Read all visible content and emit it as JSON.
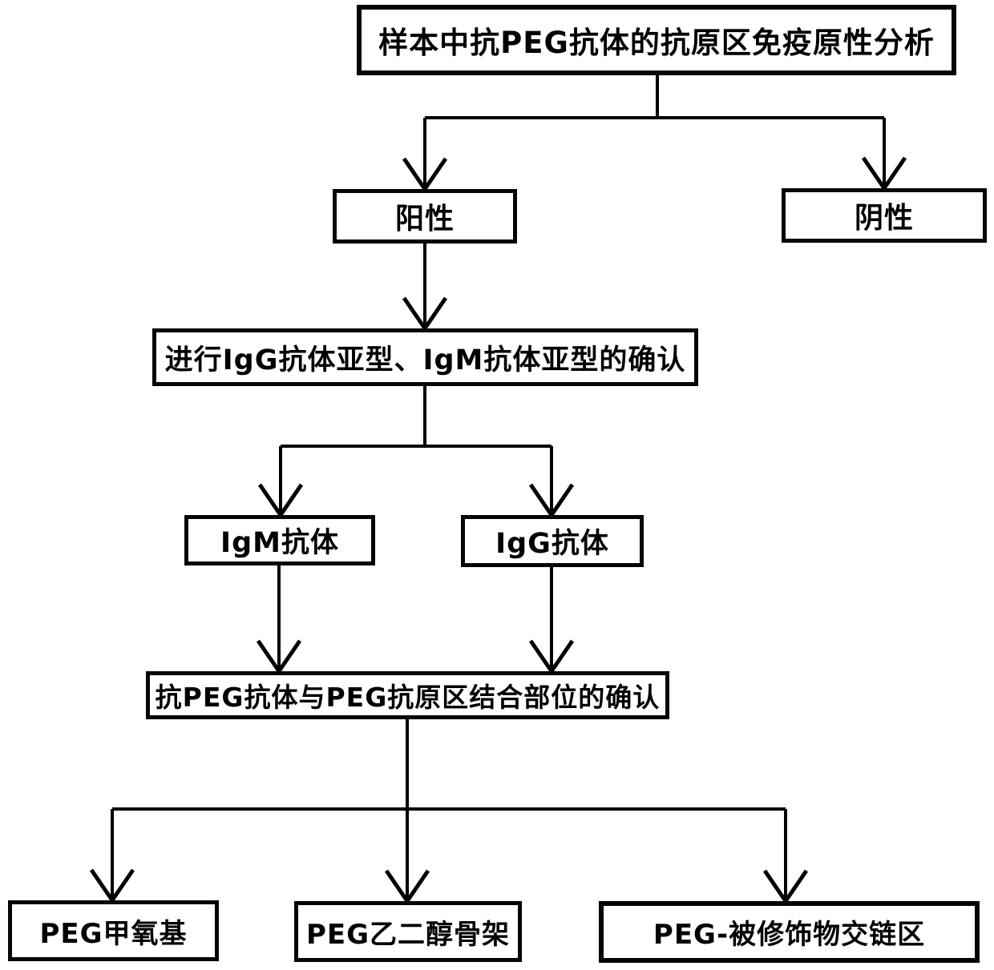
{
  "diagram": {
    "type": "flowchart",
    "accent_color": "#000000",
    "background_color": "#ffffff",
    "nodes": {
      "root": "样本中抗PEG抗体的抗原区免疫原性分析",
      "positive": "阳性",
      "negative": "阴性",
      "subtype": "进行IgG抗体亚型、IgM抗体亚型的确认",
      "igm": "IgM抗体",
      "igg": "IgG抗体",
      "binding": "抗PEG抗体与PEG抗原区结合部位的确认",
      "methoxy": "PEG甲氧基",
      "backbone": "PEG乙二醇骨架",
      "crosslink": "PEG-被修饰物交链区"
    },
    "edges": [
      {
        "from": "root",
        "to": "positive"
      },
      {
        "from": "root",
        "to": "negative"
      },
      {
        "from": "positive",
        "to": "subtype"
      },
      {
        "from": "subtype",
        "to": "igm"
      },
      {
        "from": "subtype",
        "to": "igg"
      },
      {
        "from": "igm",
        "to": "binding"
      },
      {
        "from": "igg",
        "to": "binding"
      },
      {
        "from": "binding",
        "to": "methoxy"
      },
      {
        "from": "binding",
        "to": "backbone"
      },
      {
        "from": "binding",
        "to": "crosslink"
      }
    ]
  }
}
